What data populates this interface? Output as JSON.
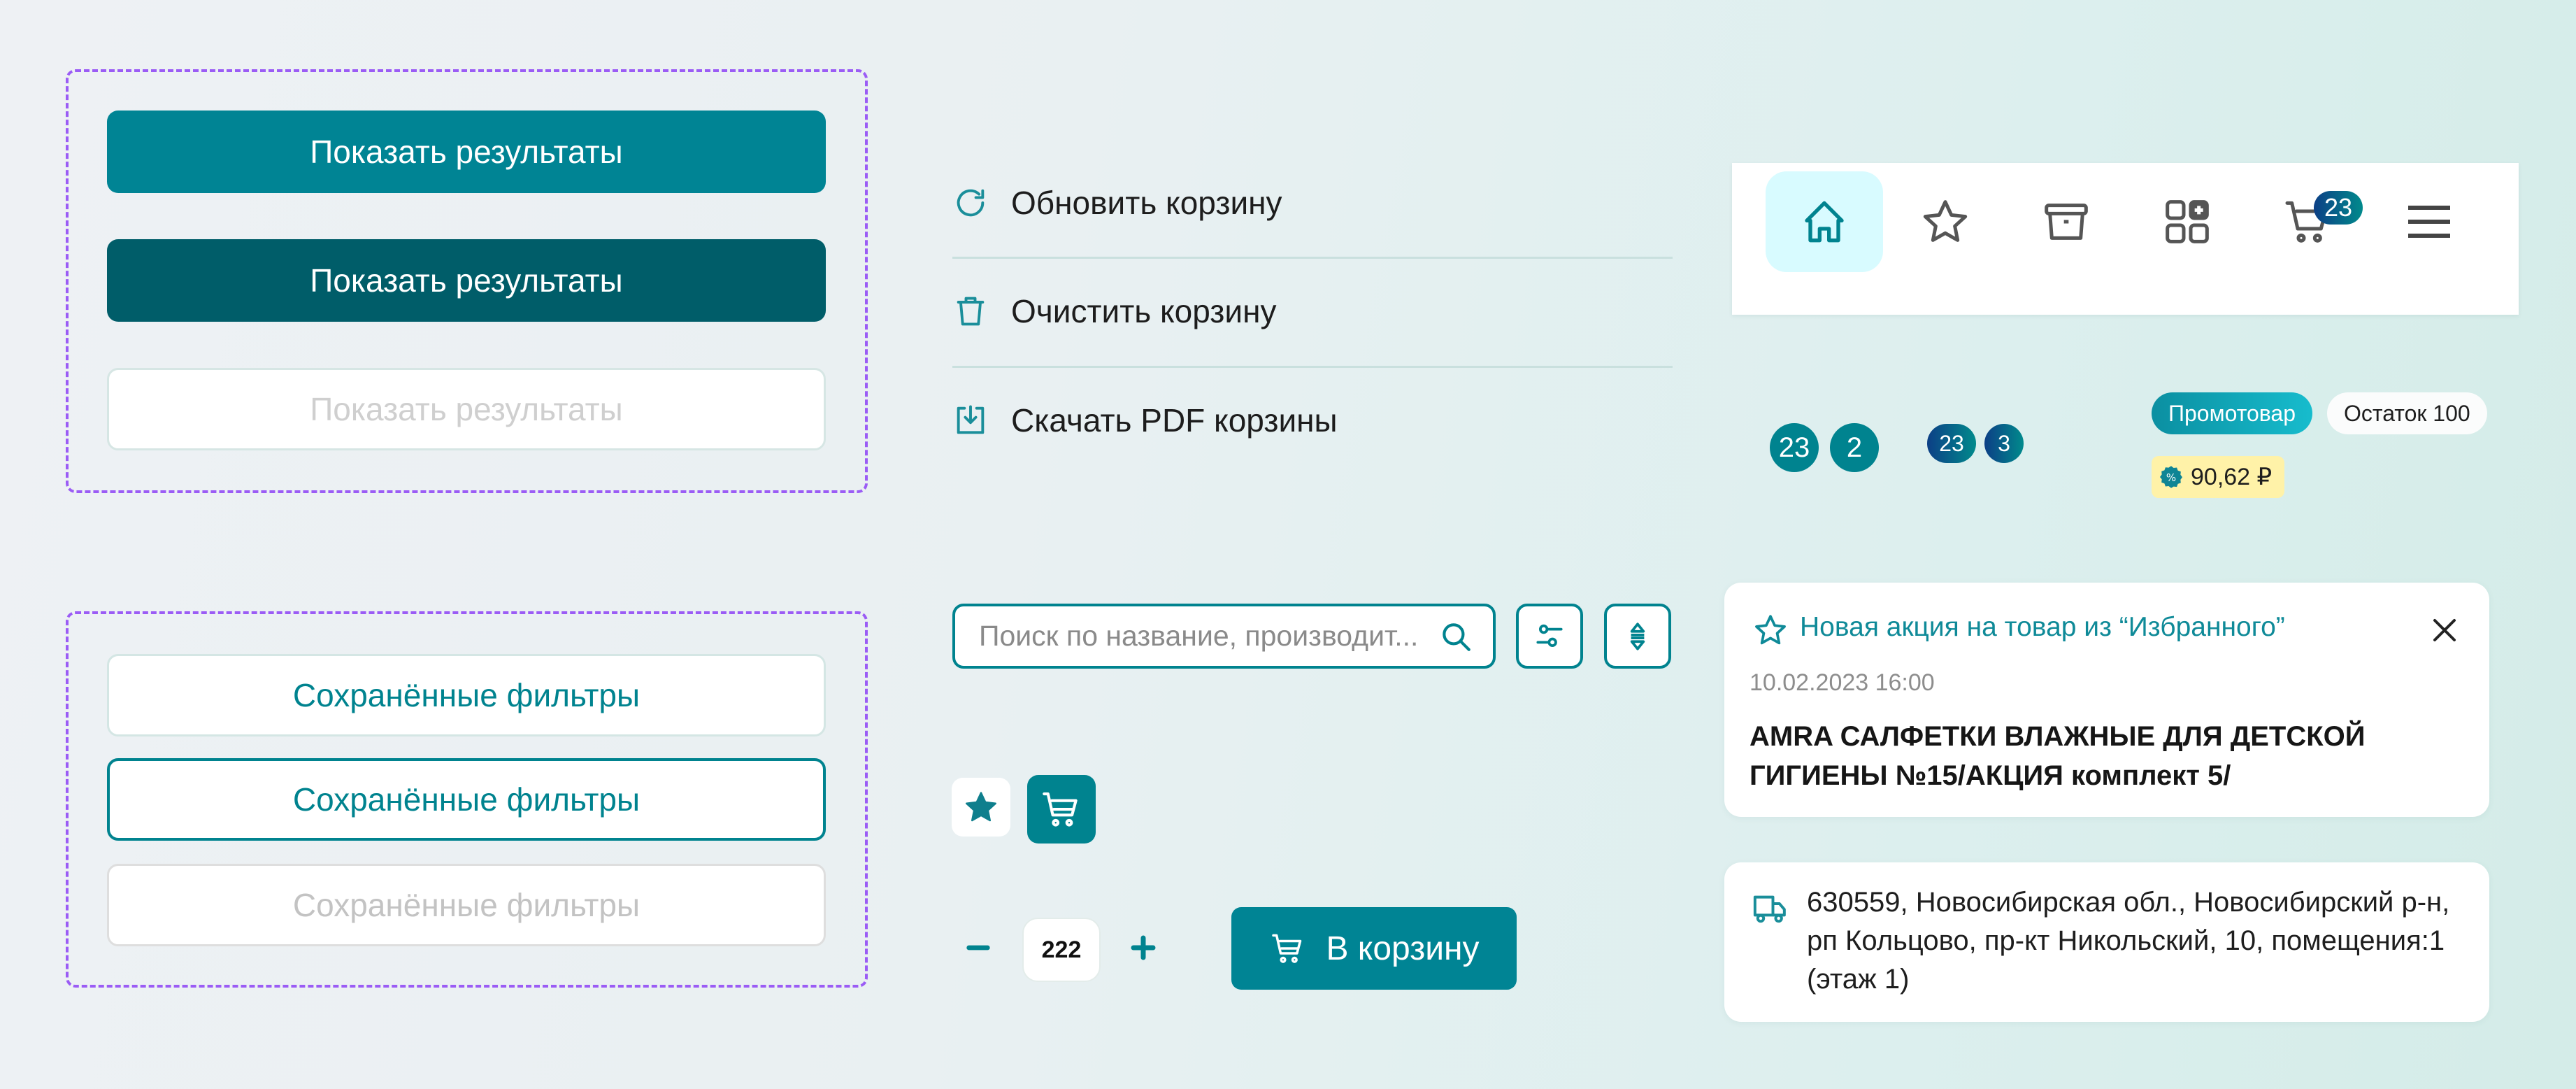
{
  "primary_buttons": {
    "default_label": "Показать результаты",
    "pressed_label": "Показать результаты",
    "disabled_label": "Показать результаты"
  },
  "secondary_buttons": {
    "default_label": "Сохранённые фильтры",
    "focused_label": "Сохранённые фильтры",
    "disabled_label": "Сохранённые фильтры"
  },
  "cart_actions": [
    {
      "label": "Обновить корзину",
      "icon": "refresh-icon"
    },
    {
      "label": "Очистить корзину",
      "icon": "trash-icon"
    },
    {
      "label": "Скачать PDF корзины",
      "icon": "download-icon"
    }
  ],
  "navbar": {
    "items": [
      {
        "name": "home",
        "icon": "home-icon",
        "active": true
      },
      {
        "name": "favorites",
        "icon": "star-icon"
      },
      {
        "name": "orders",
        "icon": "archive-box-icon"
      },
      {
        "name": "catalog",
        "icon": "grid-plus-icon"
      },
      {
        "name": "cart",
        "icon": "cart-icon",
        "badge": "23"
      },
      {
        "name": "menu",
        "icon": "hamburger-menu-icon"
      }
    ]
  },
  "counters": {
    "teal": [
      "23",
      "2"
    ],
    "gradient": [
      "23",
      "3"
    ]
  },
  "chips": {
    "promo": "Промотовар",
    "stock": "Остаток 100",
    "price": "90,62 ₽",
    "discount_icon_label": "%"
  },
  "search": {
    "placeholder": "Поиск по название, производит...",
    "value": ""
  },
  "stepper": {
    "value": "222",
    "minus": "−",
    "plus": "+"
  },
  "add_to_cart": {
    "label": "В корзину"
  },
  "notification": {
    "title": "Новая акция на товар из “Избранного”",
    "date": "10.02.2023  16:00",
    "body": "AMRA САЛФЕТКИ ВЛАЖНЫЕ ДЛЯ ДЕТСКОЙ ГИГИЕНЫ №15/АКЦИЯ  комплект 5/"
  },
  "address": {
    "text": "630559, Новосибирская обл., Новосибирский р-н, рп Кольцово, пр-кт Никольский, 10, помещения:1 (этаж 1)"
  },
  "colors": {
    "primary": "#008494",
    "pressed": "#005d69",
    "accent_dashed": "#9b5cf5",
    "badge_gradient_start": "#0c3f86",
    "badge_gradient_end": "#018a8c",
    "price_chip_bg": "#fff2a8",
    "nav_active_bg": "#d8fbff"
  }
}
